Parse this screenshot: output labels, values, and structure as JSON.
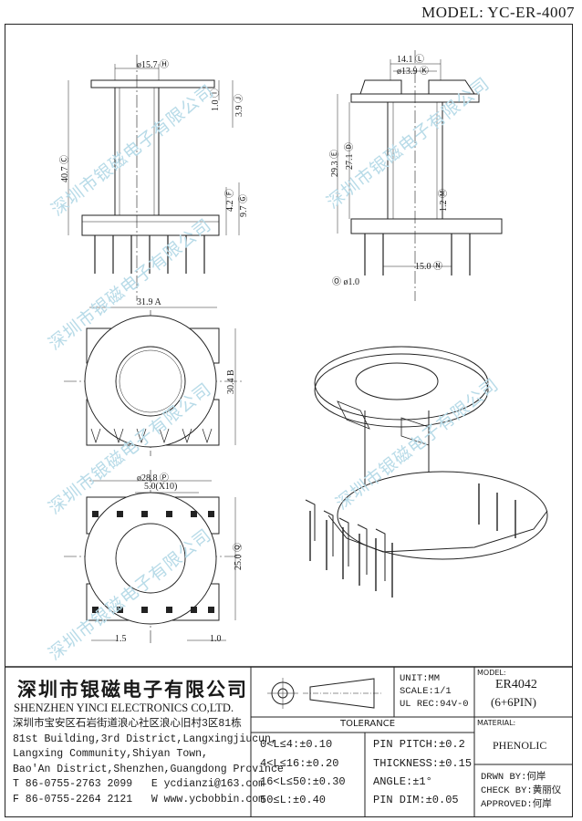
{
  "header": {
    "model_label": "MODEL:",
    "model_value": "YC-ER-4007"
  },
  "watermark": "深圳市银磁电子有限公司",
  "dims": {
    "d_top_width": "ø15.7 Ⓗ",
    "d_1_0": "1.0 Ⓘ",
    "d_3_9": "3.9 Ⓙ",
    "d_40_7": "40.7 Ⓒ",
    "d_4_2": "4.2 Ⓕ",
    "d_9_7": "9.7 Ⓖ",
    "d_14_1": "14.1 Ⓛ",
    "d_13_9": "ø13.9 Ⓚ",
    "d_29_3": "29.3 Ⓔ",
    "d_27_1": "27.1 Ⓓ",
    "d_1_2": "1.2 Ⓜ",
    "d_15_0": "15.0 Ⓝ",
    "d_o_1_0": "Ⓞ ø1.0",
    "d_31_9": "31.9  A",
    "d_30_4": "30.4 B",
    "d_28_8": "ø28.8 Ⓟ",
    "d_5_0": "5.0(X10)",
    "d_25_0": "25.0 Ⓠ",
    "d_1_5": "1.5",
    "d_1_0b": "1.0"
  },
  "title_block": {
    "company_cn": "深圳市银磁电子有限公司",
    "company_en": "SHENZHEN YINCI ELECTRONICS CO,LTD.",
    "address": [
      "深圳市宝安区石岩街道浪心社区浪心旧村3区81栋",
      "81st Building,3rd District,Langxingjiucun,",
      "Langxing Community,Shiyan Town,",
      "Bao'An District,Shenzhen,Guangdong Province",
      "T 86-0755-2763 2099   E ycdianzi@163.com",
      "F 86-0755-2264 2121   W www.ycbobbin.com"
    ],
    "unit": "UNIT:MM",
    "scale": "SCALE:1/1",
    "ul_rec": "UL REC:94V-0",
    "model_label": "MODEL:",
    "model_name": "ER4042",
    "model_pins": "(6+6PIN)",
    "tolerance_title": "TOLERANCE",
    "tolerances_left": [
      "0<L≤4:±0.10",
      "4<L≤16:±0.20",
      "16<L≤50:±0.30",
      "50≤L:±0.40"
    ],
    "tolerances_right": [
      "PIN PITCH:±0.2",
      "THICKNESS:±0.15",
      "ANGLE:±1°",
      "PIN DIM:±0.05"
    ],
    "material_label": "MATERIAL:",
    "material": "PHENOLIC",
    "drawn_by": "DRWN BY:何岸",
    "check_by": "CHECK BY:黄丽仪",
    "approved": "APPROVED:何岸"
  }
}
